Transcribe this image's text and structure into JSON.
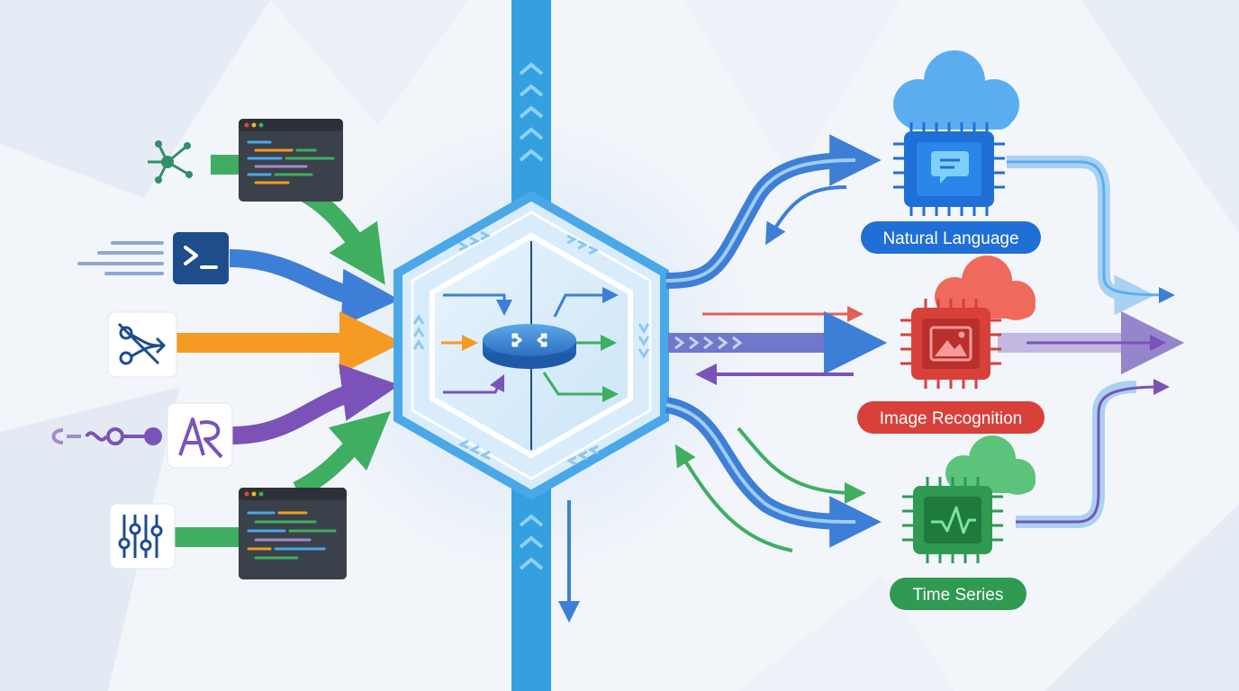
{
  "colors": {
    "background": "#f2f5fa",
    "bus_blue": "#35a0e0",
    "hub_blue": "#4aa8e8",
    "flow_blue": "#3d7fd6",
    "flow_green": "#3fae60",
    "flow_orange": "#f59a23",
    "flow_purple": "#7a52b8",
    "flow_red": "#e0473a",
    "navy": "#1e4d8c",
    "terminal_dark": "#3a414b"
  },
  "inputs": [
    {
      "icon": "network-graph-icon",
      "box": "code-editor-window-icon",
      "color": "#3fae60"
    },
    {
      "icon": "speed-lines-icon",
      "box": "terminal-prompt-icon",
      "color": "#3d7fd6"
    },
    {
      "icon": "flow-split-icon",
      "box": "",
      "color": "#f59a23"
    },
    {
      "icon": "pipeline-nodes-icon",
      "box": "logo-tile-icon",
      "color": "#7a52b8"
    },
    {
      "icon": "sliders-icon",
      "box": "code-editor-window-icon",
      "color": "#3fae60"
    }
  ],
  "hub": {
    "icon": "router-icon"
  },
  "outputs": [
    {
      "label": "Natural Language",
      "color": "#1f6fd6",
      "chip_icon": "chat-bubble-icon",
      "cloud_color": "#5aaef0"
    },
    {
      "label": "Image Recognition",
      "color": "#d8403a",
      "chip_icon": "image-icon",
      "cloud_color": "#ef6a5c"
    },
    {
      "label": "Time Series",
      "color": "#2f9a52",
      "chip_icon": "waveform-icon",
      "cloud_color": "#5cc37a"
    }
  ]
}
